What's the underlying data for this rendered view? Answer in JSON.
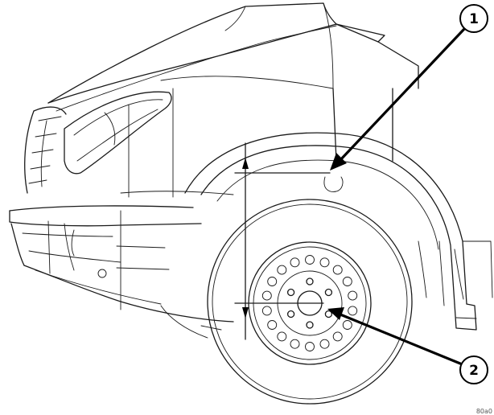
{
  "callouts": [
    {
      "label": "1"
    },
    {
      "label": "2"
    }
  ],
  "figure_id": "80a0"
}
